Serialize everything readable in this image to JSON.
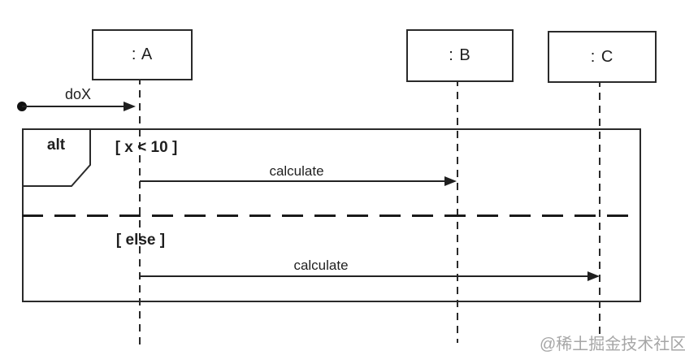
{
  "objects": [
    {
      "label": ": A"
    },
    {
      "label": ": B"
    },
    {
      "label": ": C"
    }
  ],
  "found_message": {
    "label": "doX"
  },
  "fragment": {
    "operator": "alt",
    "operands": [
      {
        "guard": "[ x < 10 ]",
        "message": "calculate"
      },
      {
        "guard": "[ else ]",
        "message": "calculate"
      }
    ]
  },
  "watermark": "@稀土掘金技术社区",
  "colors": {
    "line": "#1f1f1f",
    "background": "#ffffff",
    "watermark": "#a6a6a6"
  }
}
